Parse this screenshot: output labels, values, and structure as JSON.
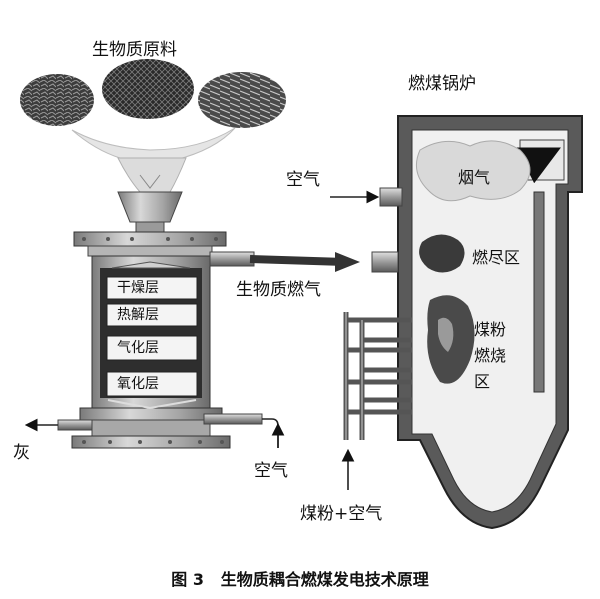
{
  "labels": {
    "feedstock_title": "生物质原料",
    "boiler_title": "燃煤锅炉",
    "air_top": "空气",
    "biomass_gas": "生物质燃气",
    "air_bottom": "空气",
    "ash": "灰",
    "coal_air": "煤粉+空气",
    "flue_gas": "烟气",
    "burnout_zone": "燃尽区",
    "coal_zone_1": "煤粉",
    "coal_zone_2": "燃烧",
    "coal_zone_3": "区"
  },
  "gasifier_layers": [
    "干燥层",
    "热解层",
    "气化层",
    "氧化层"
  ],
  "caption": {
    "figure_no": "图 3",
    "title": "生物质耦合燃煤发电技术原理"
  },
  "colors": {
    "ink": "#111111",
    "steel_dark": "#3a3a3a",
    "steel_mid": "#8a8a8a",
    "steel_light": "#cfcfcf",
    "furnace_wall": "#555555",
    "smoke": "#e4e4e4"
  }
}
